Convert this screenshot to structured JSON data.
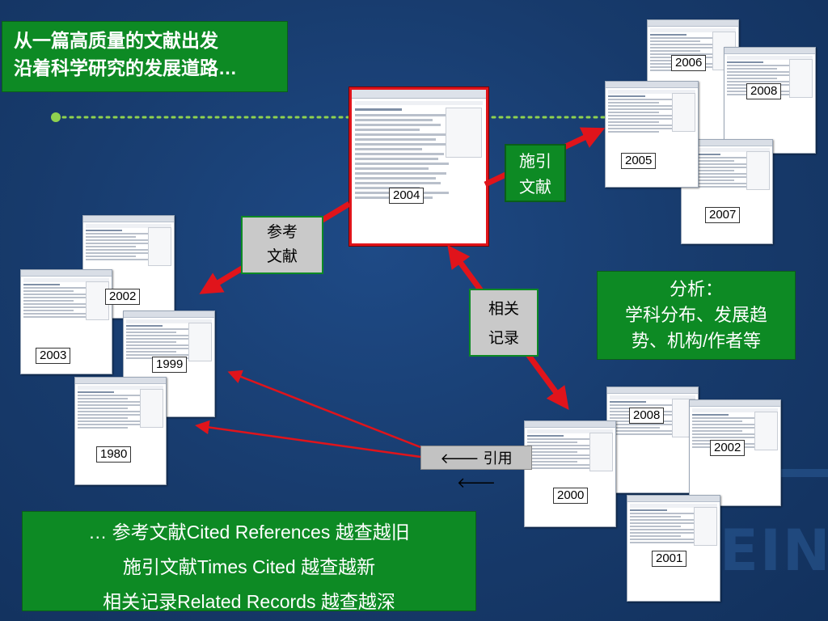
{
  "title": {
    "line1": "从一篇高质量的文献出发",
    "line2": "沿着科学研究的发展道路…"
  },
  "boxes": {
    "cited_by": {
      "line1": "施引",
      "line2": "文献"
    },
    "references": {
      "line1": "参考",
      "line2": "文献"
    },
    "related": {
      "line1": "相关",
      "line2": "记录"
    },
    "analysis": {
      "line1": "分析：",
      "line2": "学科分布、发展趋",
      "line3": "势、机构/作者等"
    },
    "cite": "🡐 引用🡐"
  },
  "years": {
    "center": "2004",
    "cited": [
      "2006",
      "2008",
      "2005",
      "2007"
    ],
    "refs": [
      "2002",
      "2003",
      "1999",
      "1980"
    ],
    "related": [
      "2008",
      "2002",
      "2000",
      "2001"
    ]
  },
  "summary": {
    "line1": "… 参考文献Cited References 越查越旧",
    "line2": "施引文献Times Cited 越查越新",
    "line3": "相关记录Related Records 越查越深"
  },
  "colors": {
    "background": "#173a6b",
    "green": "#0d8a24",
    "red": "#e0141b",
    "timeline": "#8fd14f"
  }
}
